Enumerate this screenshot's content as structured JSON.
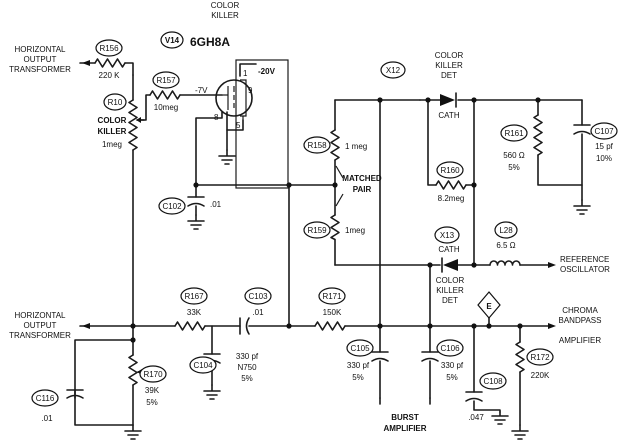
{
  "labels": {
    "color_killer_top": [
      "COLOR",
      "KILLER"
    ],
    "tube_ref": "V14",
    "tube_type": "6GH8A",
    "hot_in_1": [
      "HORIZONTAL",
      "OUTPUT",
      "TRANSFORMER"
    ],
    "hot_in_2": [
      "HORIZONTAL",
      "OUTPUT",
      "TRANSFORMER"
    ],
    "r156": {
      "ref": "R156",
      "value": "220 K"
    },
    "r157": {
      "ref": "R157",
      "value": "10meg"
    },
    "r10": {
      "ref": "R10",
      "name": [
        "COLOR",
        "KILLER"
      ],
      "value": "1meg"
    },
    "v_grid": "-7V",
    "v_plate": "-20V",
    "pin9": "9",
    "pin8": "8",
    "pin5": "5",
    "pin1": "1",
    "c102": {
      "ref": "C102",
      "value": ".01"
    },
    "r158": {
      "ref": "R158",
      "value": "1 meg"
    },
    "r159": {
      "ref": "R159",
      "value": "1meg"
    },
    "matched_pair": [
      "MATCHED",
      "PAIR"
    ],
    "x12": {
      "ref": "X12",
      "name": [
        "COLOR",
        "KILLER",
        "DET"
      ],
      "cath": "CATH"
    },
    "x13": {
      "ref": "X13",
      "name": [
        "COLOR",
        "KILLER",
        "DET"
      ],
      "cath": "CATH"
    },
    "r160": {
      "ref": "R160",
      "value": "8.2meg"
    },
    "r161": {
      "ref": "R161",
      "value": "560 Ω",
      "tol": "5%"
    },
    "c107": {
      "ref": "C107",
      "value": "15 pf",
      "tol": "10%"
    },
    "l28": {
      "ref": "L28",
      "value": "6.5 Ω"
    },
    "reference_oscillator": [
      "REFERENCE",
      "OSCILLATOR"
    ],
    "r167": {
      "ref": "R167",
      "value": "33K"
    },
    "c103": {
      "ref": "C103",
      "value": ".01"
    },
    "r171": {
      "ref": "R171",
      "value": "150K"
    },
    "c104": {
      "ref": "C104",
      "value": [
        "330 pf",
        "N750",
        "5%"
      ]
    },
    "c105": {
      "ref": "C105",
      "value": [
        "330 pf",
        "5%"
      ]
    },
    "c106": {
      "ref": "C106",
      "value": [
        "330 pf",
        "5%"
      ]
    },
    "burst_amplifier": [
      "BURST",
      "AMPLIFIER"
    ],
    "test_point": "E",
    "chroma_bandpass": [
      "CHROMA",
      "BANDPASS",
      "AMPLIFIER"
    ],
    "r172": {
      "ref": "R172",
      "value": "220K"
    },
    "c108": {
      "ref": "C108",
      "value": ".047"
    },
    "r170": {
      "ref": "R170",
      "value": "39K",
      "tol": "5%"
    },
    "c116": {
      "ref": "C116",
      "value": ".01"
    }
  }
}
